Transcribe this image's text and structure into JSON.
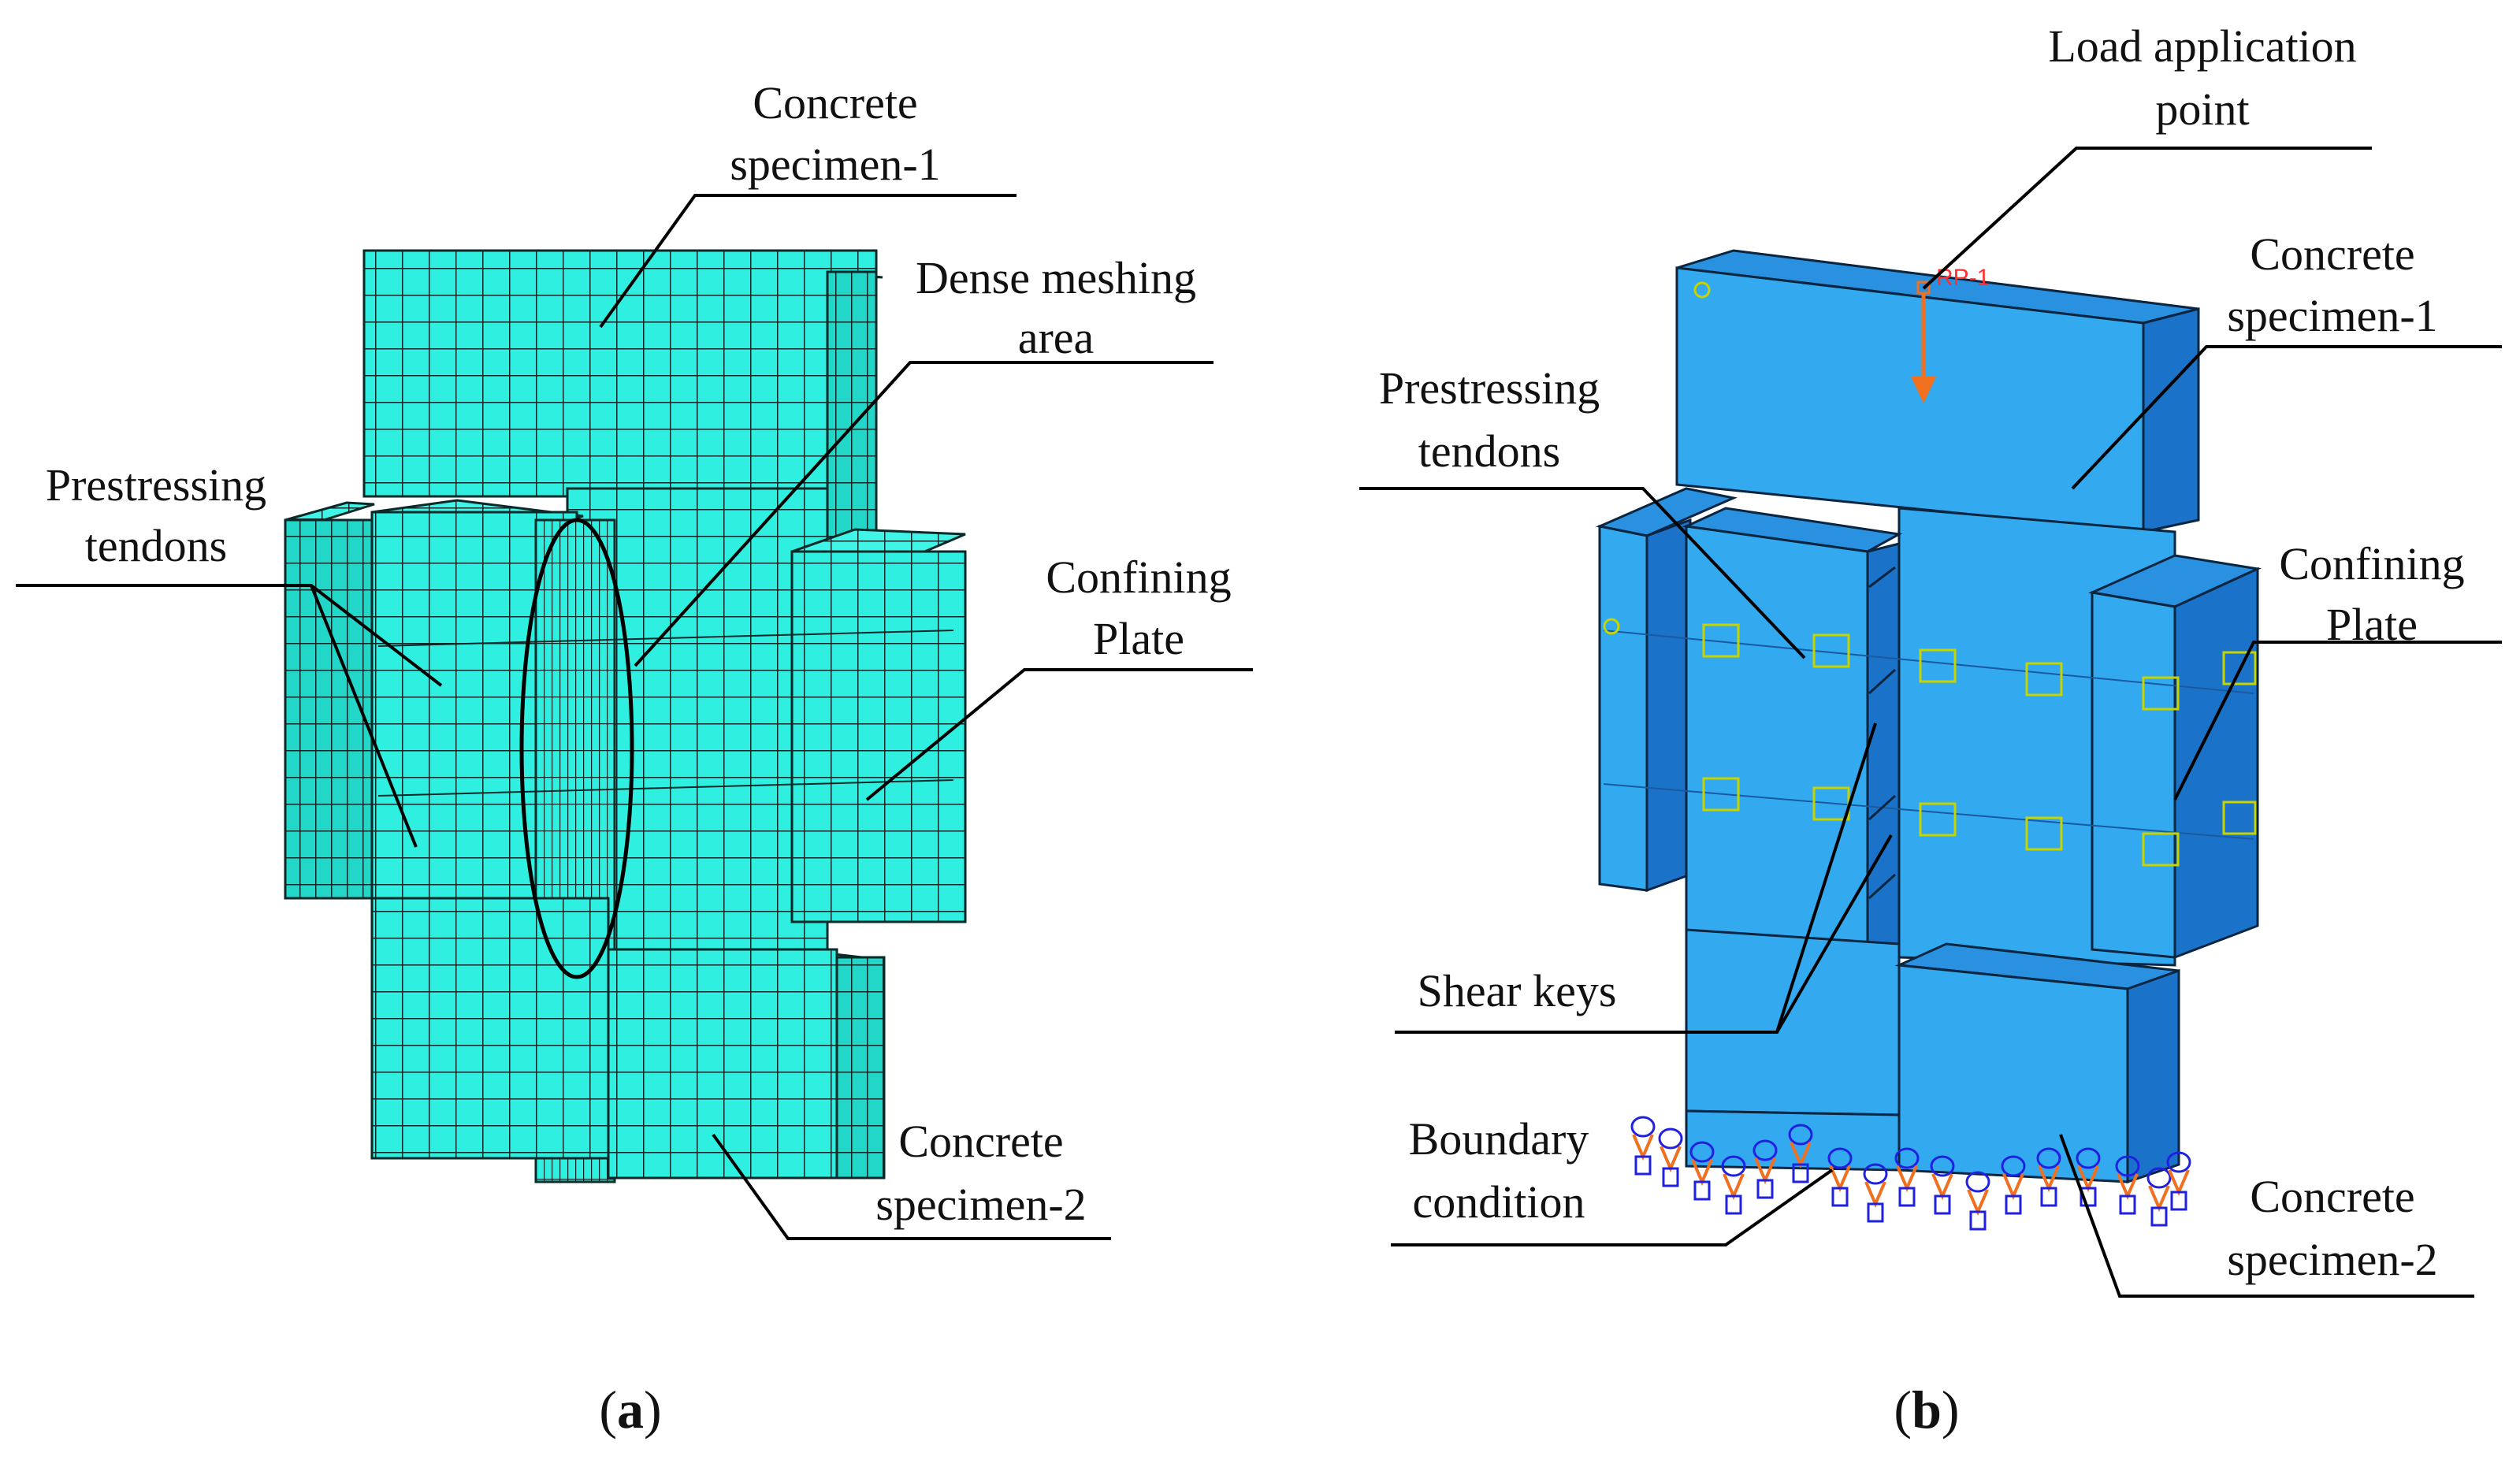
{
  "panel_a": {
    "caption_open": "(",
    "caption_letter": "a",
    "caption_close": ")",
    "labels": {
      "concrete_specimen_1_line1": "Concrete",
      "concrete_specimen_1_line2": "specimen-1",
      "dense_meshing_line1": "Dense meshing",
      "dense_meshing_line2": "area",
      "prestressing_line1": "Prestressing",
      "prestressing_line2": "tendons",
      "confining_line1": "Confining",
      "confining_line2": "Plate",
      "concrete_specimen_2_line1": "Concrete",
      "concrete_specimen_2_line2": "specimen-2"
    },
    "colors": {
      "mesh_face": "#2ff0e0",
      "mesh_side": "#22d6c8",
      "mesh_line": "#0a2a2a"
    }
  },
  "panel_b": {
    "caption_open": "(",
    "caption_letter": "b",
    "caption_close": ")",
    "rp_label": "RP-1",
    "labels": {
      "load_line1": "Load application",
      "load_line2": "point",
      "concrete_specimen_1_line1": "Concrete",
      "concrete_specimen_1_line2": "specimen-1",
      "prestressing_line1": "Prestressing",
      "prestressing_line2": "tendons",
      "confining_line1": "Confining",
      "confining_line2": "Plate",
      "shear_keys": "Shear keys",
      "boundary_line1": "Boundary",
      "boundary_line2": "condition",
      "concrete_specimen_2_line1": "Concrete",
      "concrete_specimen_2_line2": "specimen-2"
    },
    "colors": {
      "front_face": "#33aaf0",
      "side_face": "#1a73c8",
      "top_face": "#2a90e0",
      "marker": "#c8d400",
      "load_arrow": "#f07020",
      "support_blue": "#2020e0",
      "support_orange": "#f07020"
    }
  }
}
